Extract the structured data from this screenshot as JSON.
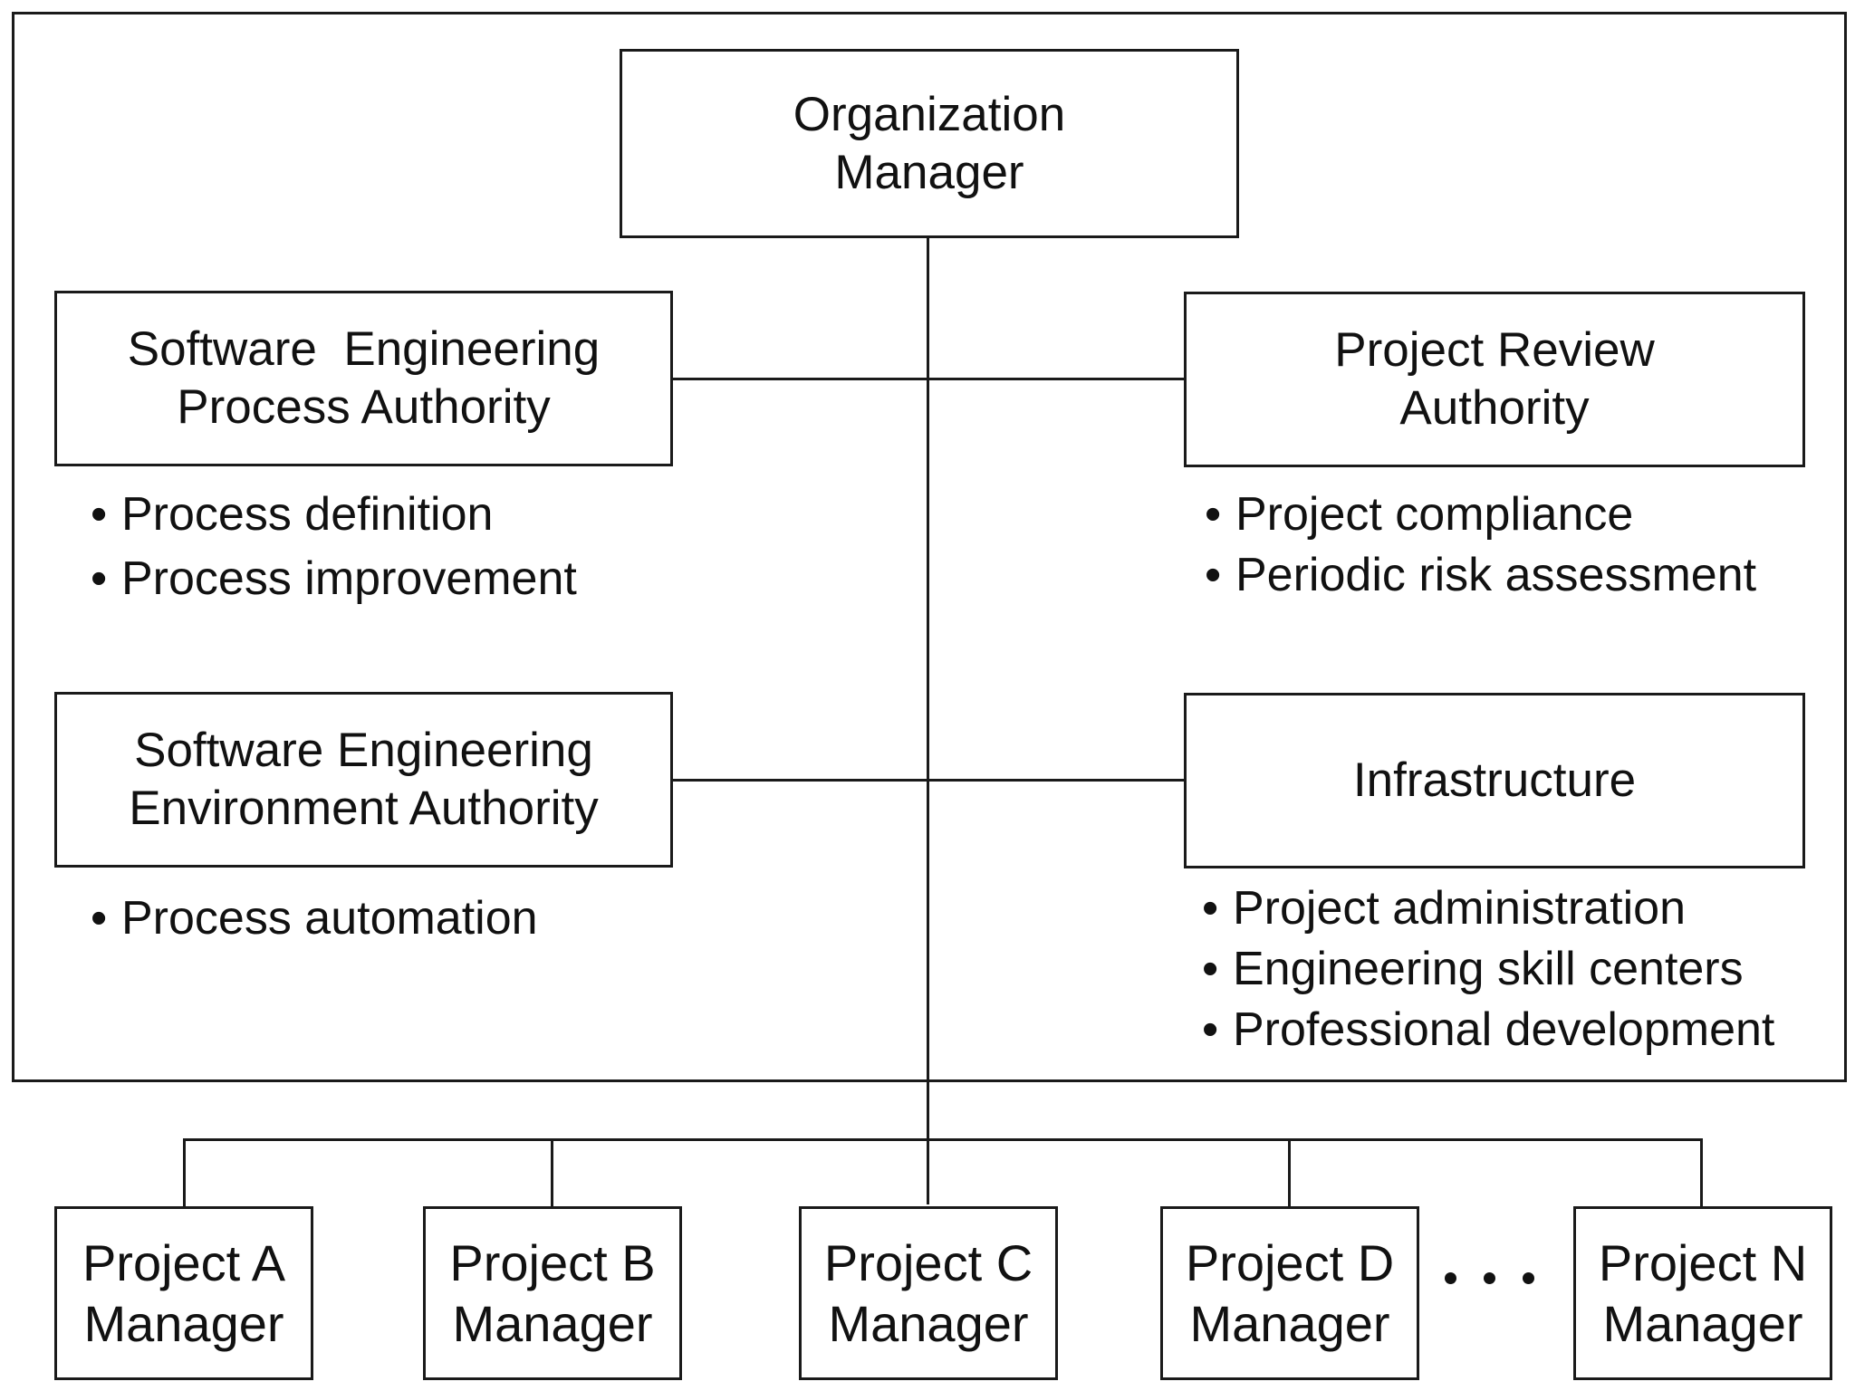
{
  "diagram": {
    "org_manager": {
      "lines": [
        "Organization",
        "Manager"
      ]
    },
    "sepa": {
      "lines": [
        "Software  Engineering",
        "Process Authority"
      ],
      "bullets": [
        "Process definition",
        "Process improvement"
      ]
    },
    "sepr": {
      "lines": [
        "Project Review",
        "Authority"
      ],
      "bullets": [
        "Project compliance",
        "Periodic risk assessment"
      ]
    },
    "seea": {
      "lines": [
        "Software Engineering",
        "Environment Authority"
      ],
      "bullets": [
        "Process automation"
      ]
    },
    "infrastructure": {
      "lines": [
        "Infrastructure"
      ],
      "bullets": [
        "Project administration",
        "Engineering skill centers",
        "Professional development"
      ]
    },
    "project_managers": [
      {
        "lines": [
          "Project A",
          "Manager"
        ]
      },
      {
        "lines": [
          "Project B",
          "Manager"
        ]
      },
      {
        "lines": [
          "Project C",
          "Manager"
        ]
      },
      {
        "lines": [
          "Project D",
          "Manager"
        ]
      },
      {
        "lines": [
          "Project N",
          "Manager"
        ]
      }
    ],
    "bullet_glyph": "•"
  }
}
